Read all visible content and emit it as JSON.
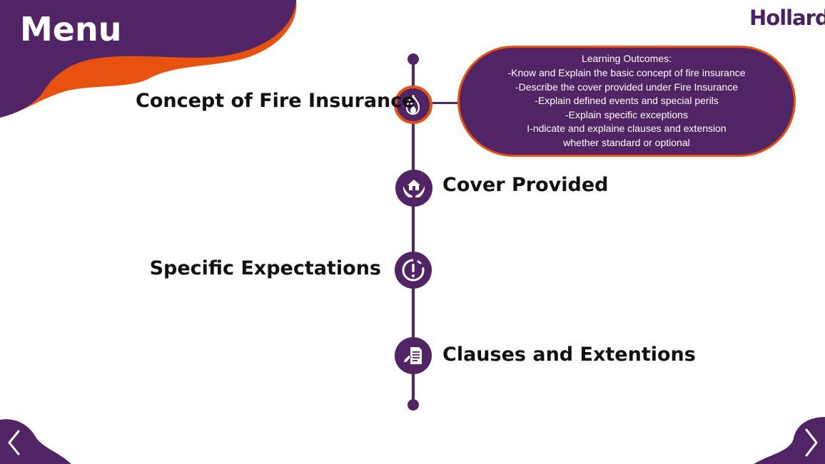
{
  "header": {
    "title": "Menu"
  },
  "brand": {
    "name": "Hollard",
    "dot": "."
  },
  "colors": {
    "purple": "#512565",
    "orange": "#e8520f",
    "logo": "#4a2163"
  },
  "menu_items": [
    {
      "label": "Concept of Fire Insurance",
      "icon": "fire-icon",
      "active": true
    },
    {
      "label": "Cover Provided",
      "icon": "house-hands-icon",
      "active": false
    },
    {
      "label": "Specific Expectations",
      "icon": "exclamation-circle-icon",
      "active": false
    },
    {
      "label": "Clauses and Extentions",
      "icon": "document-signing-icon",
      "active": false
    }
  ],
  "outcomes": {
    "heading": "Learning Outcomes:",
    "lines": [
      "-Know and Explain the basic concept of fire insurance",
      "-Describe the cover provided under Fire Insurance",
      "-Explain defined events and special perils",
      "-Explain specific exceptions",
      "I-ndicate and explaine clauses and extension",
      "whether standard or optional"
    ]
  },
  "nav": {
    "prev_icon": "chevron-left-icon",
    "next_icon": "chevron-right-icon"
  }
}
